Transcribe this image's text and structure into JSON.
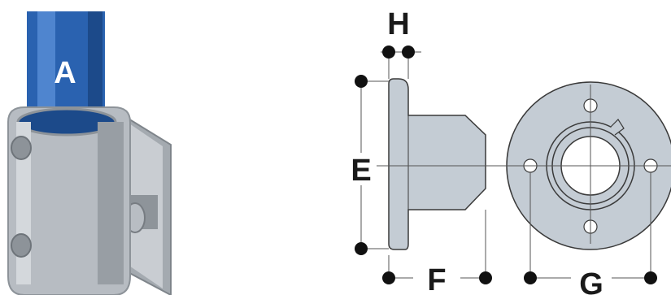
{
  "product_photo": {
    "tube_label": "A",
    "colors": {
      "tube": "#2a62b0",
      "fitting": "#b7bcc2",
      "fitting_dark": "#8d9399"
    }
  },
  "diagram": {
    "labels": {
      "H": "H",
      "E": "E",
      "F": "F",
      "G": "G"
    },
    "colors": {
      "part_fill": "#c4ccd4",
      "outline": "#3a3a3a",
      "dim_dot": "#111111",
      "dim_line": "#555555"
    }
  }
}
